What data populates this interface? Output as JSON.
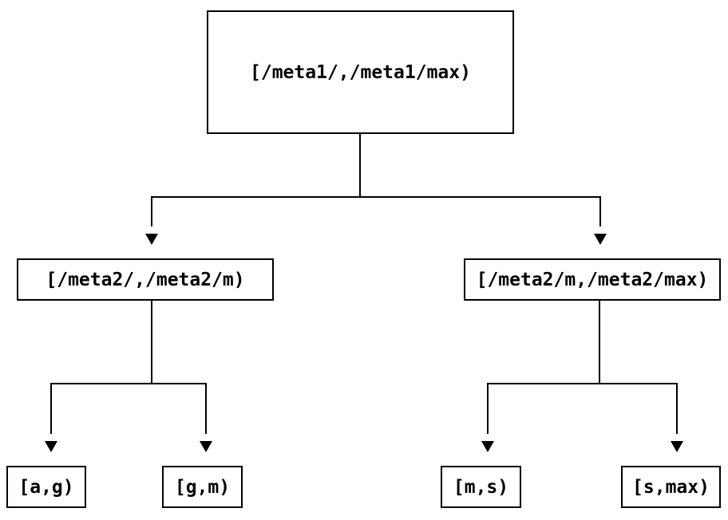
{
  "diagram": {
    "type": "tree",
    "colors": {
      "stroke": "#000000",
      "node_fill": "#ffffff",
      "text": "#000000",
      "background": "#ffffff"
    },
    "nodes": {
      "root": {
        "label": "[/meta1/,/meta1/max)"
      },
      "left": {
        "label": "[/meta2/,/meta2/m)"
      },
      "right": {
        "label": "[/meta2/m,/meta2/max)"
      },
      "leaf_ag": {
        "label": "[a,g)"
      },
      "leaf_gm": {
        "label": "[g,m)"
      },
      "leaf_ms": {
        "label": "[m,s)"
      },
      "leaf_smax": {
        "label": "[s,max)"
      }
    },
    "edges": [
      {
        "from": "root",
        "to": "left"
      },
      {
        "from": "root",
        "to": "right"
      },
      {
        "from": "left",
        "to": "leaf_ag"
      },
      {
        "from": "left",
        "to": "leaf_gm"
      },
      {
        "from": "right",
        "to": "leaf_ms"
      },
      {
        "from": "right",
        "to": "leaf_smax"
      }
    ]
  }
}
